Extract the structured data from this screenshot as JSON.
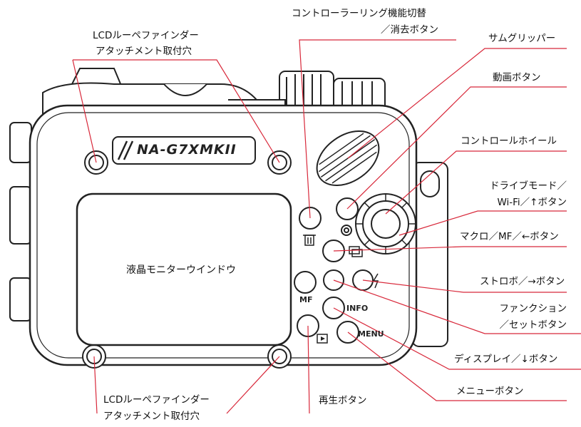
{
  "housing": {
    "brand_text": "NA-G7XMKII",
    "screen_label": "液晶モニターウインドウ",
    "marks": {
      "mf": "MF",
      "info": "INFO",
      "menu": "MENU"
    }
  },
  "labels": {
    "loupe_top_1": "LCDルーペファインダー",
    "loupe_top_2": "アタッチメント取付穴",
    "controller_ring_1": "コントローラーリング機能切替",
    "controller_ring_2": "／消去ボタン",
    "thumb_gripper": "サムグリッパー",
    "movie_button": "動画ボタン",
    "control_wheel": "コントロールホイール",
    "drive_mode_1": "ドライブモード／",
    "drive_mode_2": "Wi-Fi／↑ボタン",
    "macro": "マクロ／MF／←ボタン",
    "strobe": "ストロボ／→ボタン",
    "function_1": "ファンクション",
    "function_2": "／セットボタン",
    "display": "ディスプレイ／↓ボタン",
    "menu_button": "メニューボタン",
    "play_button": "再生ボタン",
    "loupe_bottom_1": "LCDルーペファインダー",
    "loupe_bottom_2": "アタッチメント取付穴"
  }
}
